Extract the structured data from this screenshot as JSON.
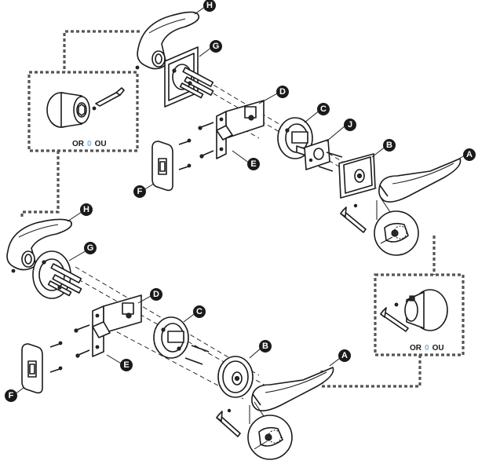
{
  "callouts": {
    "a_upper": "A",
    "b_upper": "B",
    "c_upper": "C",
    "d_upper": "D",
    "e_upper": "E",
    "f_upper": "F",
    "g_upper": "G",
    "h_upper": "H",
    "j_upper": "J",
    "a_lower": "A",
    "b_lower": "B",
    "c_lower": "C",
    "d_lower": "D",
    "e_lower": "E",
    "f_lower": "F",
    "g_lower": "G",
    "h_lower": "H"
  },
  "alternatives": {
    "upper_left": {
      "or": "OR",
      "zero": "0",
      "ou": "OU"
    },
    "right": {
      "or": "OR",
      "zero": "0",
      "ou": "OU"
    }
  },
  "colors": {
    "ink": "#1a1a1a",
    "callout_fill": "#1a1a1a",
    "callout_text": "#ffffff",
    "frame": "#555555",
    "zero_accent": "#7fb2e5"
  }
}
